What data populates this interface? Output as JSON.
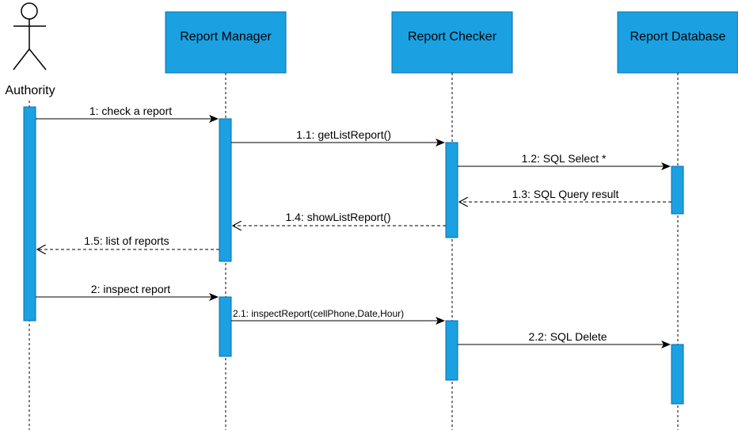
{
  "actor": {
    "label": "Authority"
  },
  "participants": [
    {
      "id": "manager",
      "label": "Report Manager"
    },
    {
      "id": "checker",
      "label": "Report Checker"
    },
    {
      "id": "database",
      "label": "Report Database"
    }
  ],
  "messages": [
    {
      "id": "m1",
      "label": "1: check a report",
      "kind": "sync"
    },
    {
      "id": "m11",
      "label": "1.1: getListReport()",
      "kind": "sync"
    },
    {
      "id": "m12",
      "label": "1.2: SQL Select *",
      "kind": "sync"
    },
    {
      "id": "m13",
      "label": "1.3: SQL Query result",
      "kind": "return"
    },
    {
      "id": "m14",
      "label": "1.4: showListReport()",
      "kind": "return"
    },
    {
      "id": "m15",
      "label": "1.5: list of reports",
      "kind": "return"
    },
    {
      "id": "m2",
      "label": "2: inspect report",
      "kind": "sync"
    },
    {
      "id": "m21",
      "label": "2.1: inspectReport(cellPhone,Date,Hour)",
      "kind": "sync"
    },
    {
      "id": "m22",
      "label": "2.2: SQL Delete",
      "kind": "sync"
    }
  ],
  "colors": {
    "box_fill": "#1ba1e2",
    "box_stroke": "#006eaf",
    "line": "#000000"
  }
}
